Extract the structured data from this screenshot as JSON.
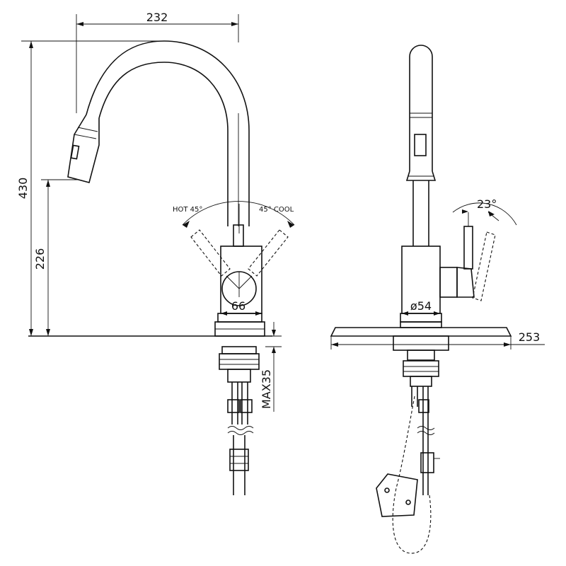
{
  "dimensions": {
    "spout_reach": "232",
    "total_height": "430",
    "spout_height": "226",
    "base_diameter_front": "66",
    "hot_angle": "HOT 45°",
    "cool_angle": "45° COOL",
    "max_thickness": "MAX35",
    "lever_angle": "23°",
    "base_diameter_side": "ø54",
    "plate_width": "253"
  }
}
